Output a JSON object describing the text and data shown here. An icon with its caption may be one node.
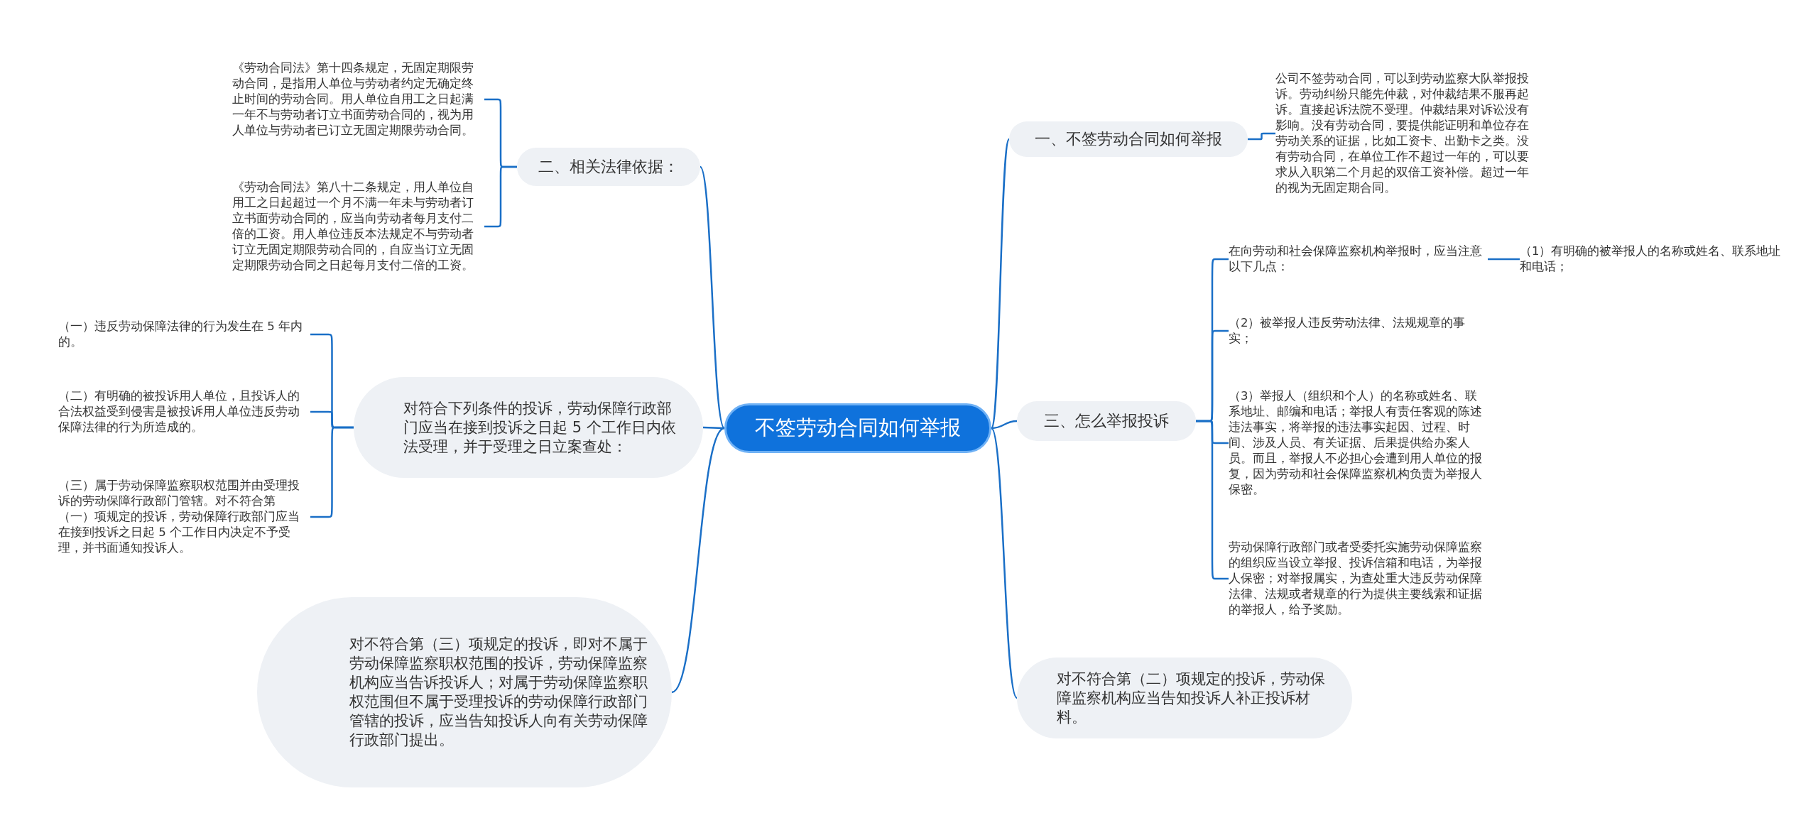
{
  "diagram": {
    "nodes": [
      {
        "text": [
          "不签劳动合同如何举报"
        ]
      },
      {
        "text": [
          "一、不签劳动合同如何举报"
        ]
      },
      {
        "text": [
          "公司不签劳动合同，可以到劳动监察大队举报投诉。劳动纠纷只能先仲裁，对仲裁结果不服再起诉。直接起诉法院不受理。仲裁结果对诉讼没有影响。没有劳动合同，要提供能证明和单位存在劳动关系的证据，比如工资卡、出勤卡之类。没有劳动合同，在单位工作不超过一年的，可以要求从入职第二个月起的双倍工资补偿。超过一年的视为无固定期合同。"
        ]
      },
      {
        "text": [
          "二、相关法律依据："
        ]
      },
      {
        "text": [
          "《劳动合同法》第十四条规定，无固定期限劳动合同，是指用人单位与劳动者约定无确定终止时间的劳动合同。用人单位自用工之日起满一年不与劳动者订立书面劳动合同的，视为用人单位与劳动者已订立无固定期限劳动合同。"
        ]
      },
      {
        "text": [
          "《劳动合同法》第八十二条规定，用人单位自用工之日起超过一个月不满一年未与劳动者订立书面劳动合同的，应当向劳动者每月支付二倍的工资。用人单位违反本法规定不与劳动者订立无固定期限劳动合同的，自应当订立无固定期限劳动合同之日起每月支付二倍的工资。"
        ]
      },
      {
        "text": [
          "三、怎么举报投诉"
        ]
      },
      {
        "text": [
          "在向劳动和社会保障监察机构举报时，应当注意以下几点："
        ]
      },
      {
        "text": [
          "（1）有明确的被举报人的名称或姓名、联系地址和电话；"
        ]
      },
      {
        "text": [
          "（2）被举报人违反劳动法律、法规规章的事实；"
        ]
      },
      {
        "text": [
          "（3）举报人（组织和个人）的名称或姓名、联系地址、邮编和电话；举报人有责任客观的陈述违法事实，将举报的违法事实起因、过程、时间、涉及人员、有关证据、后果提供给办案人员。而且，举报人不必担心会遭到用人单位的报复，因为劳动和社会保障监察机构负责为举报人保密。"
        ]
      },
      {
        "text": [
          "劳动保障行政部门或者受委托实施劳动保障监察的组织应当设立举报、投诉信箱和电话，为举报人保密；对举报属实，为查处重大违反劳动保障法律、法规或者规章的行为提供主要线索和证据的举报人，给予奖励。"
        ]
      },
      {
        "text": [
          "对不符合第（二）项规定的投诉，劳动保障监察机构应当告知投诉人补正投诉材料。"
        ]
      },
      {
        "text": [
          "对不符合第（三）项规定的投诉，即对不属于劳动保障监察职权范围的投诉，劳动保障监察机构应当告诉投诉人；对属于劳动保障监察职权范围但不属于受理投诉的劳动保障行政部门管辖的投诉，应当告知投诉人向有关劳动保障行政部门提出。"
        ]
      },
      {
        "text": [
          "对符合下列条件的投诉，劳动保障行政部门应当在接到投诉之日起 5 个工作日内依法受理，并于受理之日立案查处："
        ]
      },
      {
        "text": [
          "（一）违反劳动保障法律的行为发生在 5 年内的。"
        ]
      },
      {
        "text": [
          "（二）有明确的被投诉用人单位，且投诉人的合法权益受到侵害是被投诉用人单位违反劳动保障法律的行为所造成的。"
        ]
      },
      {
        "text": [
          "（三）属于劳动保障监察职权范围并由受理投诉的劳动保障行政部门管辖。对不符合第（一）项规定的投诉，劳动保障行政部门应当在接到投诉之日起 5 个工作日内决定不予受理，并书面通知投诉人。"
        ]
      }
    ],
    "edges": [
      {
        "from": 0,
        "to": 1,
        "arrow": "none"
      },
      {
        "from": 1,
        "to": 2,
        "arrow": "none"
      },
      {
        "from": 0,
        "to": 3,
        "arrow": "none"
      },
      {
        "from": 3,
        "to": 4,
        "arrow": "none"
      },
      {
        "from": 3,
        "to": 5,
        "arrow": "none"
      },
      {
        "from": 0,
        "to": 6,
        "arrow": "none"
      },
      {
        "from": 6,
        "to": 7,
        "arrow": "none"
      },
      {
        "from": 7,
        "to": 8,
        "arrow": "none"
      },
      {
        "from": 6,
        "to": 9,
        "arrow": "none"
      },
      {
        "from": 6,
        "to": 10,
        "arrow": "none"
      },
      {
        "from": 6,
        "to": 11,
        "arrow": "none"
      },
      {
        "from": 0,
        "to": 12,
        "arrow": "none"
      },
      {
        "from": 0,
        "to": 13,
        "arrow": "none"
      },
      {
        "from": 0,
        "to": 14,
        "arrow": "none"
      },
      {
        "from": 14,
        "to": 15,
        "arrow": "none"
      },
      {
        "from": 14,
        "to": 16,
        "arrow": "none"
      },
      {
        "from": 14,
        "to": 17,
        "arrow": "none"
      }
    ]
  }
}
